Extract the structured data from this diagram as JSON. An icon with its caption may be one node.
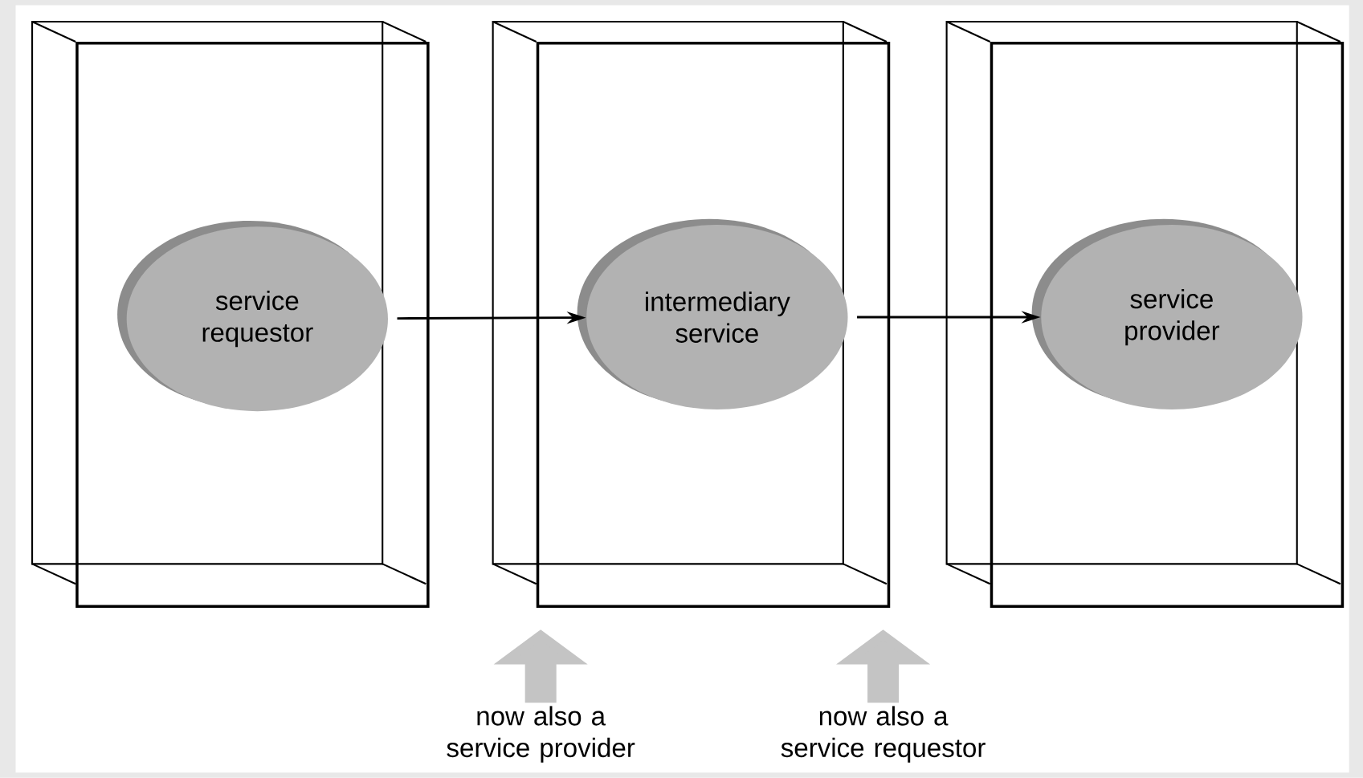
{
  "diagram": {
    "nodes": [
      {
        "text": [],
        "shape": "box"
      },
      {
        "text": [
          "service requestor"
        ],
        "in": 0
      },
      {
        "text": [],
        "shape": "box"
      },
      {
        "text": [
          "intermediary service"
        ],
        "in": 2
      },
      {
        "text": [],
        "shape": "box"
      },
      {
        "text": [
          "service provider"
        ],
        "in": 4
      },
      {
        "text": [
          "now also a service provider"
        ]
      },
      {
        "text": [
          "now also a service requestor"
        ]
      }
    ],
    "edges": [
      {
        "from": 1,
        "to": 3,
        "arrow": "to"
      },
      {
        "from": 3,
        "to": 5,
        "arrow": "to"
      },
      {
        "from": 6,
        "to": 2,
        "arrow": "to",
        "style": "thick",
        "color": "#c4c4c4"
      },
      {
        "from": 7,
        "to": 2,
        "arrow": "to",
        "style": "thick",
        "color": "#c4c4c4"
      }
    ]
  }
}
